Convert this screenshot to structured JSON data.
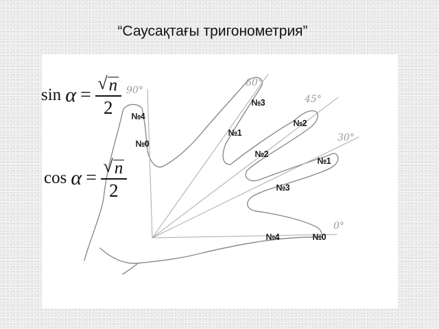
{
  "title": "“Саусақтағы тригонометрия”",
  "formulas": {
    "sin": {
      "fn": "sin",
      "var": "α",
      "eq": "=",
      "radical": "√",
      "radicand": "n",
      "denominator": "2"
    },
    "cos": {
      "fn": "cos",
      "var": "α",
      "eq": "=",
      "radical": "√",
      "radicand": "n",
      "denominator": "2"
    }
  },
  "angles": {
    "a90": "90°",
    "a60": "60°",
    "a45": "45°",
    "a30": "30°",
    "a0": "0°"
  },
  "finger_labels": {
    "thumb_top": "№4",
    "thumb_base": "№0",
    "index_tip": "№3",
    "index_base": "№1",
    "middle_tip": "№2",
    "middle_base": "№2",
    "ring_tip": "№1",
    "ring_base": "№3",
    "pinky_base": "№4",
    "pinky_tip": "№0"
  },
  "colors": {
    "background": "#ececec",
    "panel": "#ffffff",
    "text": "#111111",
    "pencil": "#8a8a8a",
    "angle_text": "#9a9a9a"
  }
}
